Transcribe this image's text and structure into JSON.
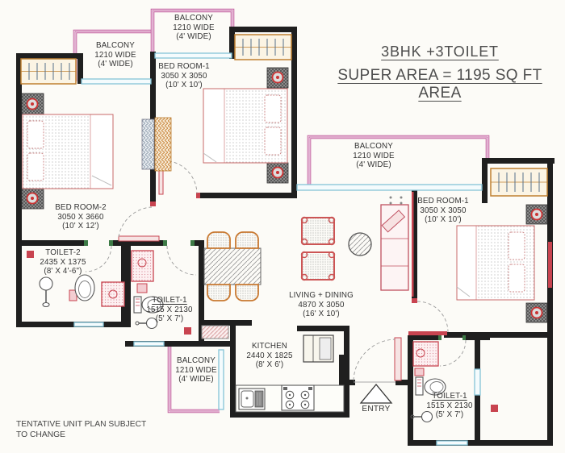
{
  "title": {
    "line1": "3BHK +3TOILET",
    "line2": "SUPER AREA = 1195 SQ FT AREA"
  },
  "footnote": {
    "line1": "TENTATIVE UNIT PLAN SUBJECT",
    "line2": "TO CHANGE"
  },
  "entry": {
    "label": "ENTRY"
  },
  "rooms": {
    "balcony_top_left": {
      "name": "BALCONY",
      "size_mm": "1210 WIDE",
      "size_ft": "(4' WIDE)"
    },
    "balcony_top_mid": {
      "name": "BALCONY",
      "size_mm": "1210 WIDE",
      "size_ft": "(4' WIDE)"
    },
    "balcony_right": {
      "name": "BALCONY",
      "size_mm": "1210 WIDE",
      "size_ft": "(4' WIDE)"
    },
    "balcony_bottom": {
      "name": "BALCONY",
      "size_mm": "1210 WIDE",
      "size_ft": "(4' WIDE)"
    },
    "bedroom1_mid": {
      "name": "BED ROOM-1",
      "size_mm": "3050 X 3050",
      "size_ft": "(10' X 10')"
    },
    "bedroom1_right": {
      "name": "BED ROOM-1",
      "size_mm": "3050 X 3050",
      "size_ft": "(10' X 10')"
    },
    "bedroom2": {
      "name": "BED ROOM-2",
      "size_mm": "3050 X 3660",
      "size_ft": "(10' X 12')"
    },
    "toilet2": {
      "name": "TOILET-2",
      "size_mm": "2435 X 1375",
      "size_ft": "(8' X 4'-6\")"
    },
    "toilet1_mid": {
      "name": "TOILET-1",
      "size_mm": "1515 X 2130",
      "size_ft": "(5' X 7')"
    },
    "toilet1_bottom": {
      "name": "TOILET-1",
      "size_mm": "1515 X 2130",
      "size_ft": "(5' X 7')"
    },
    "living_dining": {
      "name": "LIVING + DINING",
      "size_mm": "4870 X 3050",
      "size_ft": "(16' X 10')"
    },
    "kitchen": {
      "name": "KITCHEN",
      "size_mm": "2440 X 1825",
      "size_ft": "(8' X 6')"
    }
  },
  "colors": {
    "wall": "#1f1f1f",
    "rail": "#c2609f",
    "window": "#85c4d8",
    "wardrobe": "#bf8030",
    "accent_red": "#c84450",
    "door_green": "#3d7a46",
    "text": "#333333"
  }
}
